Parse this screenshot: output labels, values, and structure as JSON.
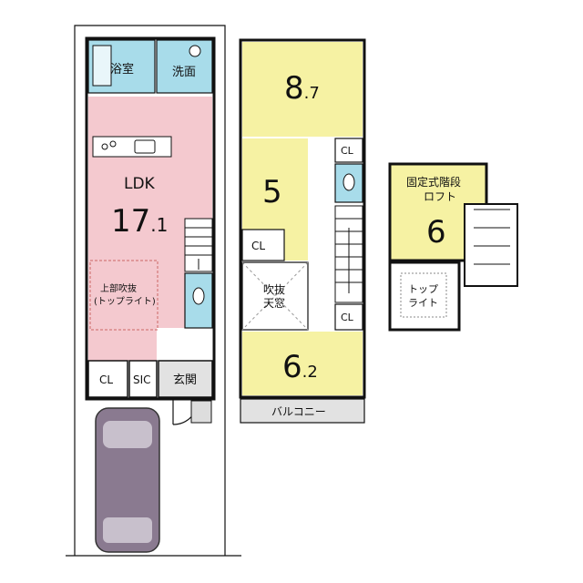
{
  "floor1": {
    "bath": "浴室",
    "wash": "洗面",
    "ldk_label": "LDK",
    "ldk_size": "17",
    "ldk_size_dec": ".1",
    "void_line1": "上部吹抜",
    "void_line2": "(トップライト)",
    "cl": "CL",
    "sic": "SIC",
    "entrance": "玄関"
  },
  "floor2": {
    "room_a_size": "8",
    "room_a_dec": ".7",
    "room_b_size": "5",
    "cl_a": "CL",
    "cl_b": "CL",
    "cl_c": "CL",
    "void_line1": "吹抜",
    "void_line2": "天窓",
    "room_c_size": "6",
    "room_c_dec": ".2",
    "balcony": "バルコニー"
  },
  "loft": {
    "title_line1": "固定式階段",
    "title_line2": "ロフト",
    "size": "6",
    "toplight_line1": "トップ",
    "toplight_line2": "ライト"
  },
  "colors": {
    "ldk": "#f4c9cf",
    "rooms": "#f6f2a3",
    "wet_areas": "#a8dcea",
    "car": "#7a6a80"
  }
}
